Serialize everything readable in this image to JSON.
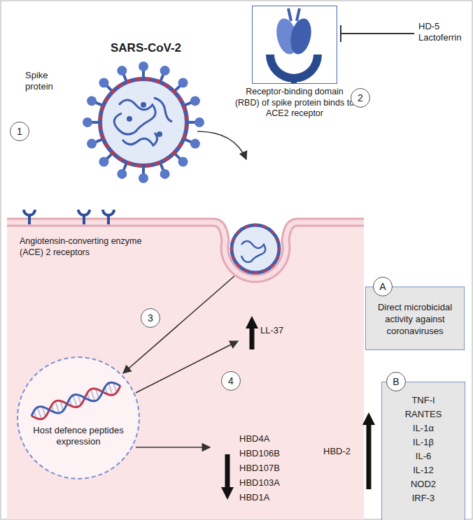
{
  "diagram": {
    "nodes": [
      {
        "text": [
          "Receptor-binding domain (RBD) of spike protein binds to ACE2 receptor"
        ]
      },
      {
        "text": [
          "2"
        ]
      },
      {
        "text": [
          "1"
        ]
      },
      {
        "text": [
          "3"
        ]
      },
      {
        "text": [
          "Host defence peptides expression"
        ]
      },
      {
        "text": [
          "4"
        ]
      },
      {
        "text": [
          "Direct microbicidal activity against coronaviruses"
        ]
      },
      {
        "text": [
          "A"
        ],
        "in": 6
      },
      {
        "text": [
          "TNF-I",
          "RANTES",
          "IL-1α",
          "IL-1β",
          "IL-6",
          "IL-12",
          "NOD2",
          "IRF-3"
        ]
      },
      {
        "text": [
          "B"
        ],
        "in": 8
      }
    ],
    "labels": [
      "SARS-CoV-2",
      "Spike protein",
      "Angiotensin-converting enzyme (ACE) 2 receptors",
      "HD-5 Lactoferrin",
      "LL-37",
      "HBD4A",
      "HBD106B",
      "HBD107B",
      "HBD103A",
      "HBD1A",
      "HBD-2"
    ]
  }
}
